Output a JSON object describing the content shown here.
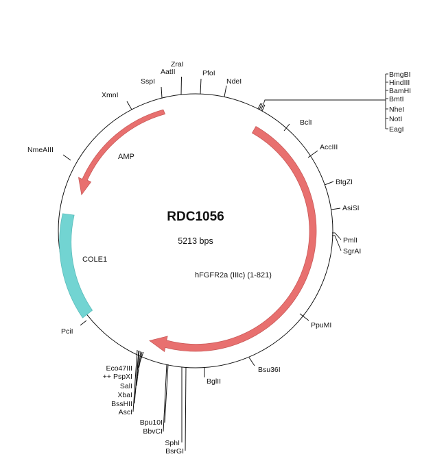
{
  "plasmid": {
    "name": "RDC1056",
    "size_label": "5213 bps"
  },
  "features": [
    {
      "name": "AMP",
      "type": "arrow",
      "color": "#e8706f"
    },
    {
      "name": "hFGFR2a (IIIc) (1-821)",
      "type": "arrow",
      "color": "#e8706f"
    },
    {
      "name": "COLE1",
      "type": "box",
      "color": "#72d4d2"
    }
  ],
  "sites": {
    "top": [
      "ZraI",
      "AatII",
      "SspI",
      "PfoI",
      "NdeI",
      "XmnI",
      "NmeAIII"
    ],
    "right_cluster": [
      "BmgBI",
      "HindIII",
      "BamHI",
      "BmtI",
      "NheI",
      "NotI",
      "EagI"
    ],
    "right": [
      "BclI",
      "AccIII",
      "BtgZI",
      "AsiSI",
      "PmlI",
      "SgrAI",
      "PpuMI",
      "Bsu36I"
    ],
    "bottom": [
      "BglII",
      "Eco47III",
      "++ PspXI",
      "SalI",
      "XbaI",
      "BssHII",
      "AscI",
      "Bpu10I",
      "BbvCI",
      "SphI",
      "BsrGI"
    ],
    "left": [
      "PciI"
    ]
  }
}
